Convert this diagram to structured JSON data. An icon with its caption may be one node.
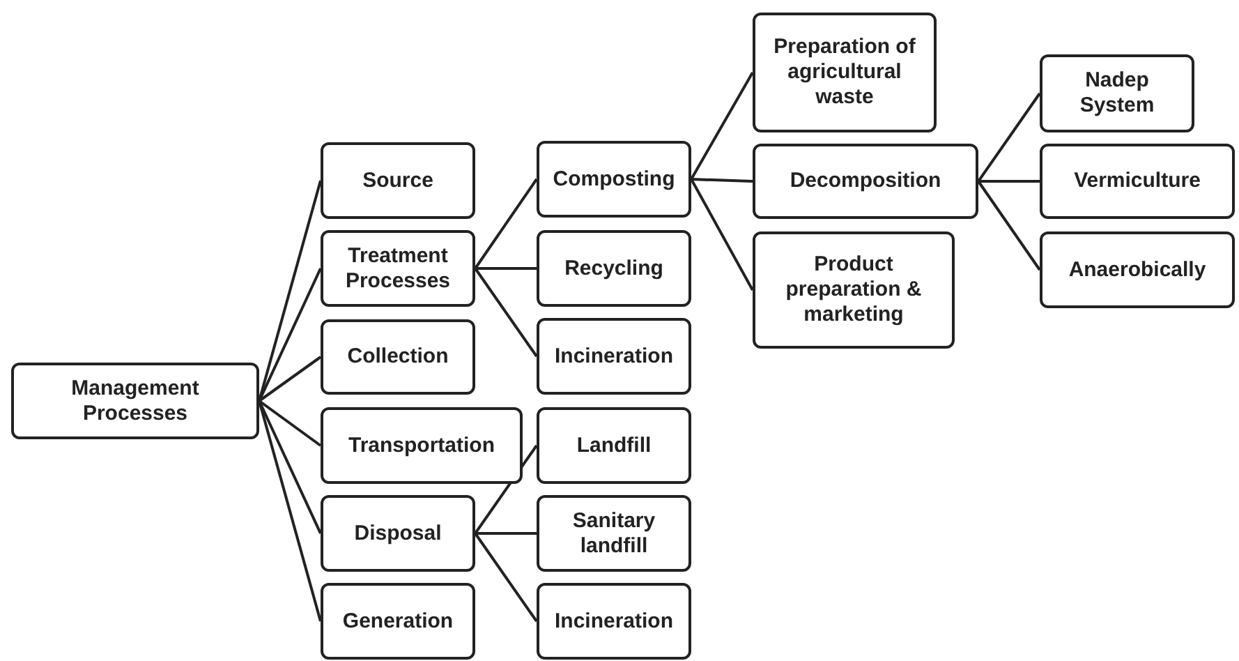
{
  "diagram": {
    "nodes": [
      {
        "text": [
          "Management Processes"
        ]
      },
      {
        "text": [
          "Source"
        ]
      },
      {
        "text": [
          "Treatment Processes"
        ]
      },
      {
        "text": [
          "Collection"
        ]
      },
      {
        "text": [
          "Transportation"
        ]
      },
      {
        "text": [
          "Disposal"
        ]
      },
      {
        "text": [
          "Generation"
        ]
      },
      {
        "text": [
          "Composting"
        ]
      },
      {
        "text": [
          "Recycling"
        ]
      },
      {
        "text": [
          "Incineration"
        ]
      },
      {
        "text": [
          "Landfill"
        ]
      },
      {
        "text": [
          "Sanitary landfill"
        ]
      },
      {
        "text": [
          "Incineration"
        ]
      },
      {
        "text": [
          "Preparation of agricultural waste"
        ]
      },
      {
        "text": [
          "Decomposition"
        ]
      },
      {
        "text": [
          "Product preparation & marketing"
        ]
      },
      {
        "text": [
          "Nadep System"
        ]
      },
      {
        "text": [
          "Vermiculture"
        ]
      },
      {
        "text": [
          "Anaerobically"
        ]
      }
    ],
    "edges": [
      {
        "from": 0,
        "to": 1,
        "arrow": "none"
      },
      {
        "from": 0,
        "to": 2,
        "arrow": "none"
      },
      {
        "from": 0,
        "to": 3,
        "arrow": "none"
      },
      {
        "from": 0,
        "to": 4,
        "arrow": "none"
      },
      {
        "from": 0,
        "to": 5,
        "arrow": "none"
      },
      {
        "from": 0,
        "to": 6,
        "arrow": "none"
      },
      {
        "from": 2,
        "to": 7,
        "arrow": "none"
      },
      {
        "from": 2,
        "to": 8,
        "arrow": "none"
      },
      {
        "from": 2,
        "to": 9,
        "arrow": "none"
      },
      {
        "from": 5,
        "to": 10,
        "arrow": "none"
      },
      {
        "from": 5,
        "to": 11,
        "arrow": "none"
      },
      {
        "from": 5,
        "to": 12,
        "arrow": "none"
      },
      {
        "from": 7,
        "to": 13,
        "arrow": "none"
      },
      {
        "from": 7,
        "to": 14,
        "arrow": "none"
      },
      {
        "from": 7,
        "to": 15,
        "arrow": "none"
      },
      {
        "from": 14,
        "to": 16,
        "arrow": "none"
      },
      {
        "from": 14,
        "to": 17,
        "arrow": "none"
      },
      {
        "from": 14,
        "to": 18,
        "arrow": "none"
      }
    ]
  }
}
